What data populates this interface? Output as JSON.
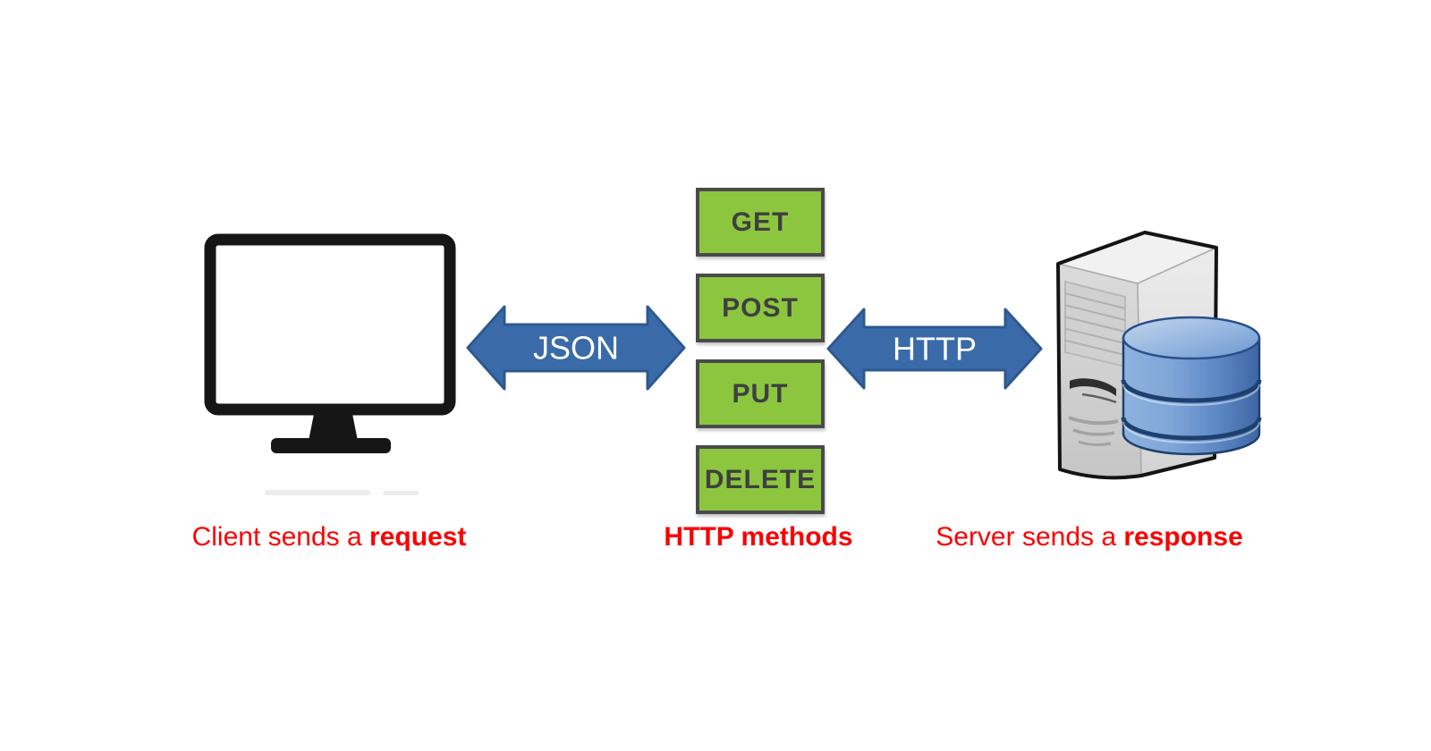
{
  "client": {
    "caption_prefix": "Client sends a ",
    "caption_bold": "request"
  },
  "json_arrow": {
    "label": "JSON"
  },
  "http_methods": {
    "caption": "HTTP methods",
    "items": [
      {
        "label": "GET"
      },
      {
        "label": "POST"
      },
      {
        "label": "PUT"
      },
      {
        "label": "DELETE"
      }
    ]
  },
  "http_arrow": {
    "label": "HTTP"
  },
  "server": {
    "caption_prefix": "Server sends a ",
    "caption_bold": "response"
  },
  "icons": {
    "client": "monitor-icon",
    "server": "server-tower-icon",
    "database": "database-cylinder-icon"
  },
  "colors": {
    "method_green": "#8CC63F",
    "method_border": "#4A4A4A",
    "method_text": "#3F3F3F",
    "arrow_blue": "#3A6BA8",
    "arrow_border": "#2D5890",
    "caption_red": "#FB0000",
    "monitor_black": "#161616",
    "database_blue": "#6C97CE",
    "background": "#FFFFFF"
  }
}
